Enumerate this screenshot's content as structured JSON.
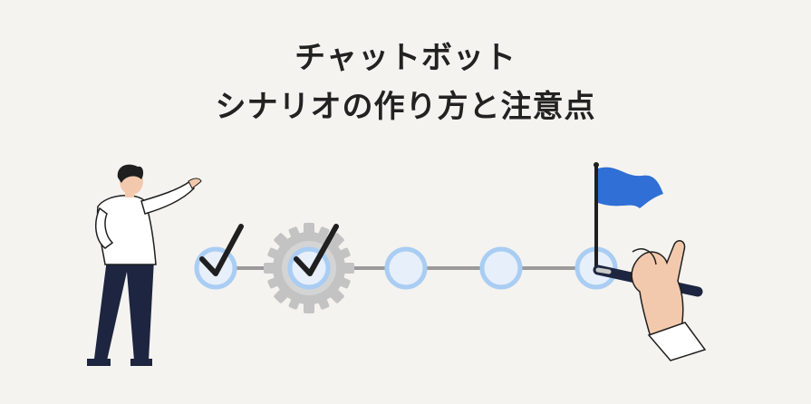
{
  "title": {
    "line1": "チャットボット",
    "line2": "シナリオの作り方と注意点"
  },
  "steps": [
    {
      "state": "checked"
    },
    {
      "state": "checked-gear"
    },
    {
      "state": "empty"
    },
    {
      "state": "empty"
    },
    {
      "state": "goal"
    }
  ],
  "colors": {
    "background": "#f4f3ef",
    "circle_stroke": "#a9cdf3",
    "circle_fill": "#e6effa",
    "line": "#9a9a9a",
    "flag": "#2f6fd6",
    "gear": "#bcbcbc",
    "check": "#1f1f1f",
    "person_pants": "#1d2540",
    "skin": "#f3c9ad"
  },
  "icons": [
    "person-pointing",
    "gear-icon",
    "check-icon",
    "flag-icon",
    "hand-with-pen"
  ]
}
